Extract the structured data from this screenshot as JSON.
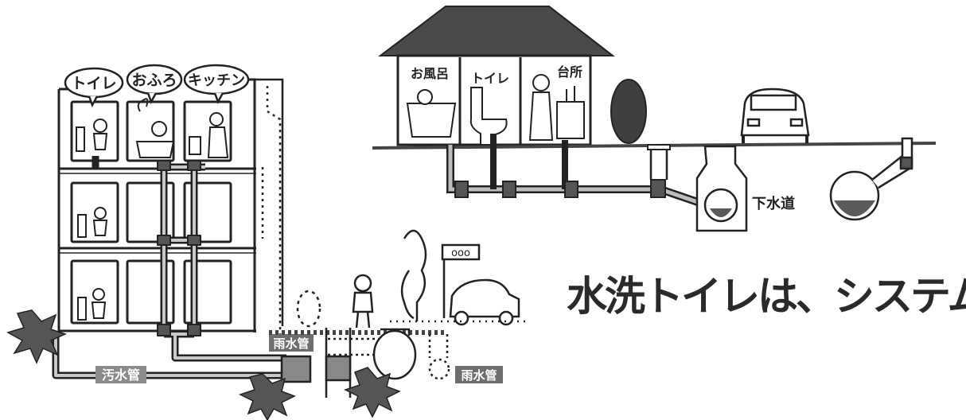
{
  "headline": "水洗トイレは、システム",
  "apartment": {
    "bubbles": [
      "トイレ",
      "おふろ",
      "キッチン"
    ]
  },
  "house": {
    "rooms": [
      "お風呂",
      "トイレ",
      "台所"
    ]
  },
  "pipe_labels": {
    "sewage_pipe": "汚水管",
    "rain_pipe_upper": "雨水管",
    "rain_pipe_lower": "雨水管",
    "sewer": "下水道"
  },
  "sign_text": "ooo",
  "colors": {
    "pipe_dark": "#4a4a4a",
    "pipe_light": "#bcbcbc",
    "burst": "#555555",
    "sewage": "#6a6a6a",
    "line": "#222222"
  }
}
